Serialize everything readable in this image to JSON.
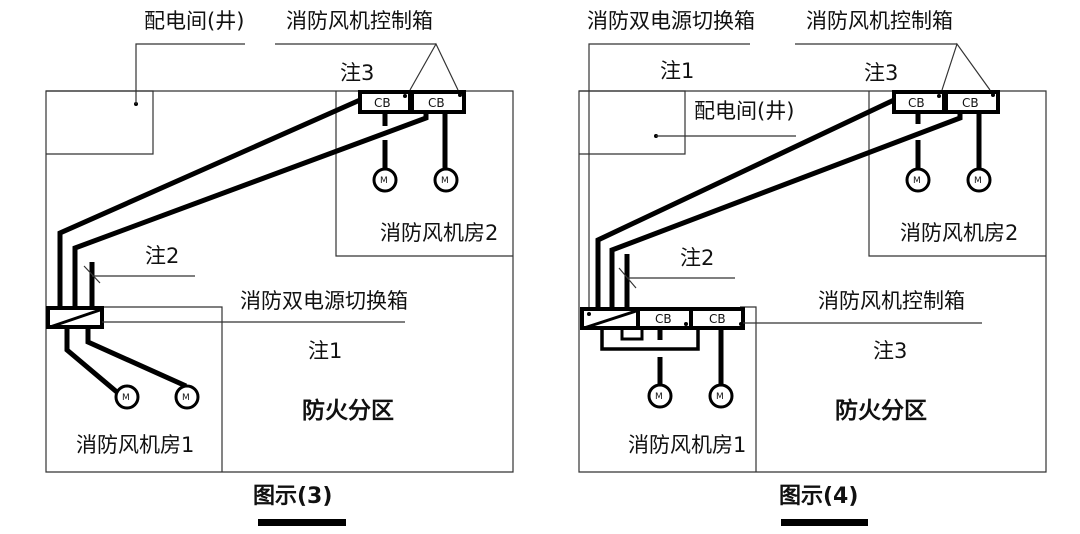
{
  "figures": [
    {
      "caption": "图示(3)",
      "labels": {
        "distribution_room": "配电间(井)",
        "fan_control_box": "消防风机控制箱",
        "dual_power_switch_box": "消防双电源切换箱",
        "fan_room_1": "消防风机房1",
        "fan_room_2": "消防风机房2",
        "fire_zone": "防火分区"
      },
      "notes": {
        "note1": "注1",
        "note2": "注2",
        "note3": "注3"
      },
      "breakers": [
        "CB",
        "CB"
      ],
      "motor_symbol": "M"
    },
    {
      "caption": "图示(4)",
      "labels": {
        "distribution_room": "配电间(井)",
        "fan_control_box_top": "消防风机控制箱",
        "fan_control_box_bottom": "消防风机控制箱",
        "dual_power_switch_box": "消防双电源切换箱",
        "fan_room_1": "消防风机房1",
        "fan_room_2": "消防风机房2",
        "fire_zone": "防火分区"
      },
      "notes": {
        "note1": "注1",
        "note2": "注2",
        "note3_top": "注3",
        "note3_bottom": "注3"
      },
      "breakers_top": [
        "CB",
        "CB"
      ],
      "breakers_bottom": [
        "CB",
        "CB"
      ],
      "motor_symbol": "M"
    }
  ]
}
